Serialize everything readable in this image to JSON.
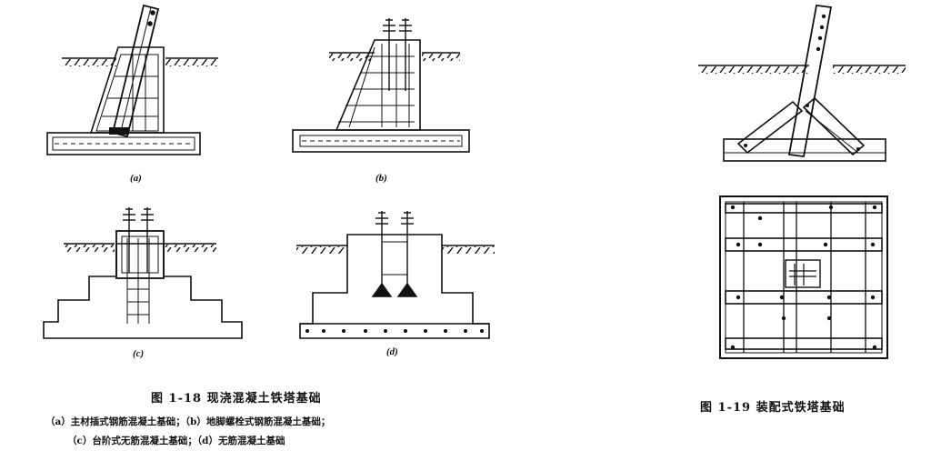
{
  "figure_1_18": {
    "panels": [
      {
        "id": "a",
        "label": "(a)"
      },
      {
        "id": "b",
        "label": "(b)"
      },
      {
        "id": "c",
        "label": "(c)"
      },
      {
        "id": "d",
        "label": "(d)"
      }
    ],
    "caption": "图 1-18   现浇混凝土铁塔基础",
    "notes": [
      "（a）主材插式钢筋混凝土基础；（b）地脚螺栓式钢筋混凝土基础；",
      "（c）台阶式无筋混凝土基础；（d）无筋混凝土基础"
    ]
  },
  "figure_1_19": {
    "caption": "图 1-19   装配式铁塔基础"
  }
}
